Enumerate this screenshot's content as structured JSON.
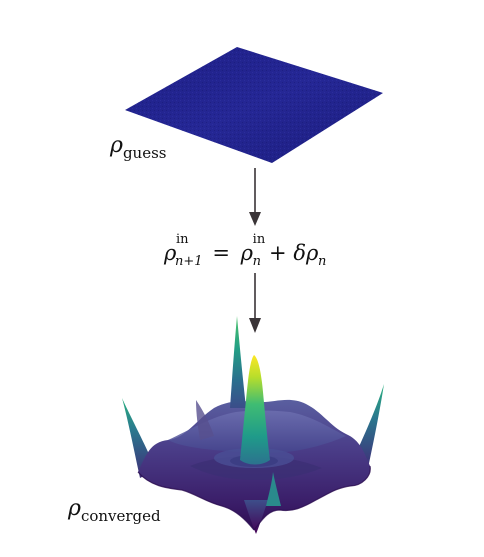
{
  "labels": {
    "guess": {
      "symbol": "ρ",
      "sub": "guess"
    },
    "converged": {
      "symbol": "ρ",
      "sub": "converged"
    }
  },
  "equation": {
    "lhs_symbol": "ρ",
    "lhs_sup": "in",
    "lhs_sub": "n+1",
    "equals": "=",
    "rhs_symbol": "ρ",
    "rhs_sup": "in",
    "rhs_sub": "n",
    "plus": "+",
    "delta": "δ",
    "delta_symbol": "ρ",
    "delta_sub": "n"
  },
  "colors": {
    "flat_surface": "#23248e",
    "arrow": "#3a3437",
    "viridis": [
      "#440154",
      "#46327e",
      "#365c8d",
      "#277f8e",
      "#1fa187",
      "#4ac16d",
      "#a0da39",
      "#fde725"
    ]
  }
}
